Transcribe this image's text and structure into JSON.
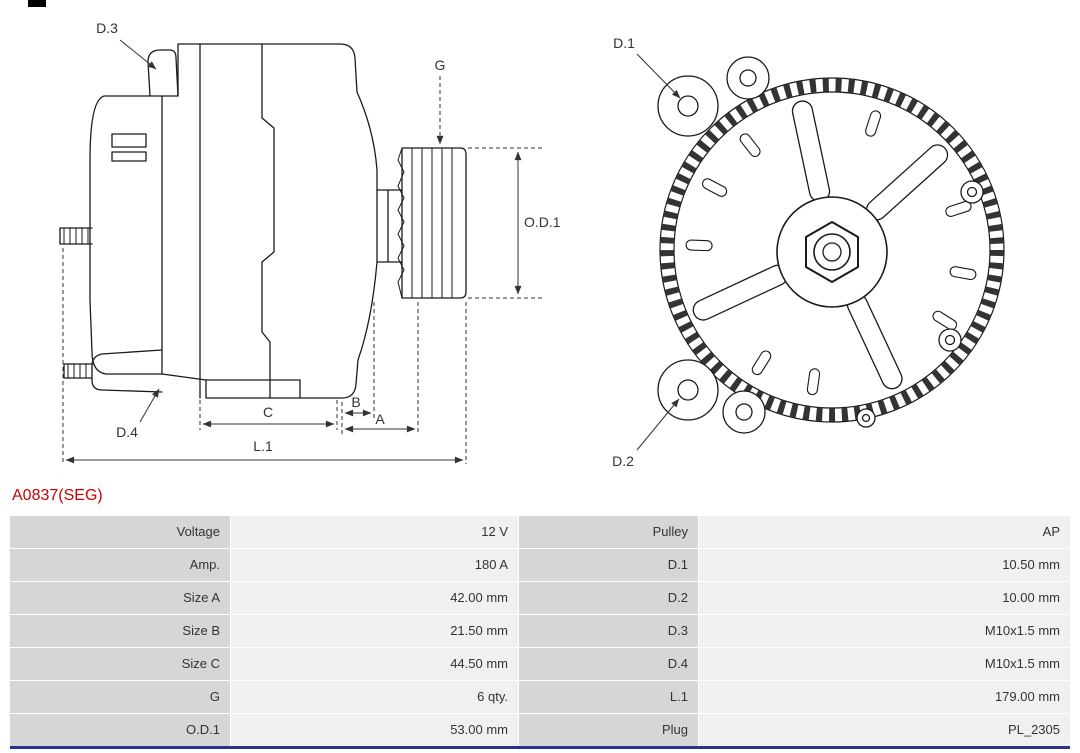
{
  "page": {
    "part_number": "A0837(SEG)"
  },
  "diagram": {
    "side_labels": {
      "d3": "D.3",
      "g": "G",
      "od1": "O.D.1",
      "d4": "D.4",
      "c": "C",
      "b": "B",
      "a": "A",
      "l1": "L.1"
    },
    "front_labels": {
      "d1": "D.1",
      "d2": "D.2"
    }
  },
  "specs": {
    "rows": [
      {
        "label1": "Voltage",
        "value1": "12 V",
        "label2": "Pulley",
        "value2": "AP"
      },
      {
        "label1": "Amp.",
        "value1": "180 A",
        "label2": "D.1",
        "value2": "10.50 mm"
      },
      {
        "label1": "Size A",
        "value1": "42.00 mm",
        "label2": "D.2",
        "value2": "10.00 mm"
      },
      {
        "label1": "Size B",
        "value1": "21.50 mm",
        "label2": "D.3",
        "value2": "M10x1.5 mm"
      },
      {
        "label1": "Size C",
        "value1": "44.50 mm",
        "label2": "D.4",
        "value2": "M10x1.5 mm"
      },
      {
        "label1": "G",
        "value1": "6 qty.",
        "label2": "L.1",
        "value2": "179.00 mm"
      },
      {
        "label1": "O.D.1",
        "value1": "53.00 mm",
        "label2": "Plug",
        "value2": "PL_2305"
      }
    ]
  },
  "colors": {
    "part_number": "#cc0000",
    "label_cell": "#d6d6d6",
    "value_cell": "#f0f0f0",
    "table_bottom_border": "#2e3192",
    "line_art": "#1a1a1a"
  }
}
